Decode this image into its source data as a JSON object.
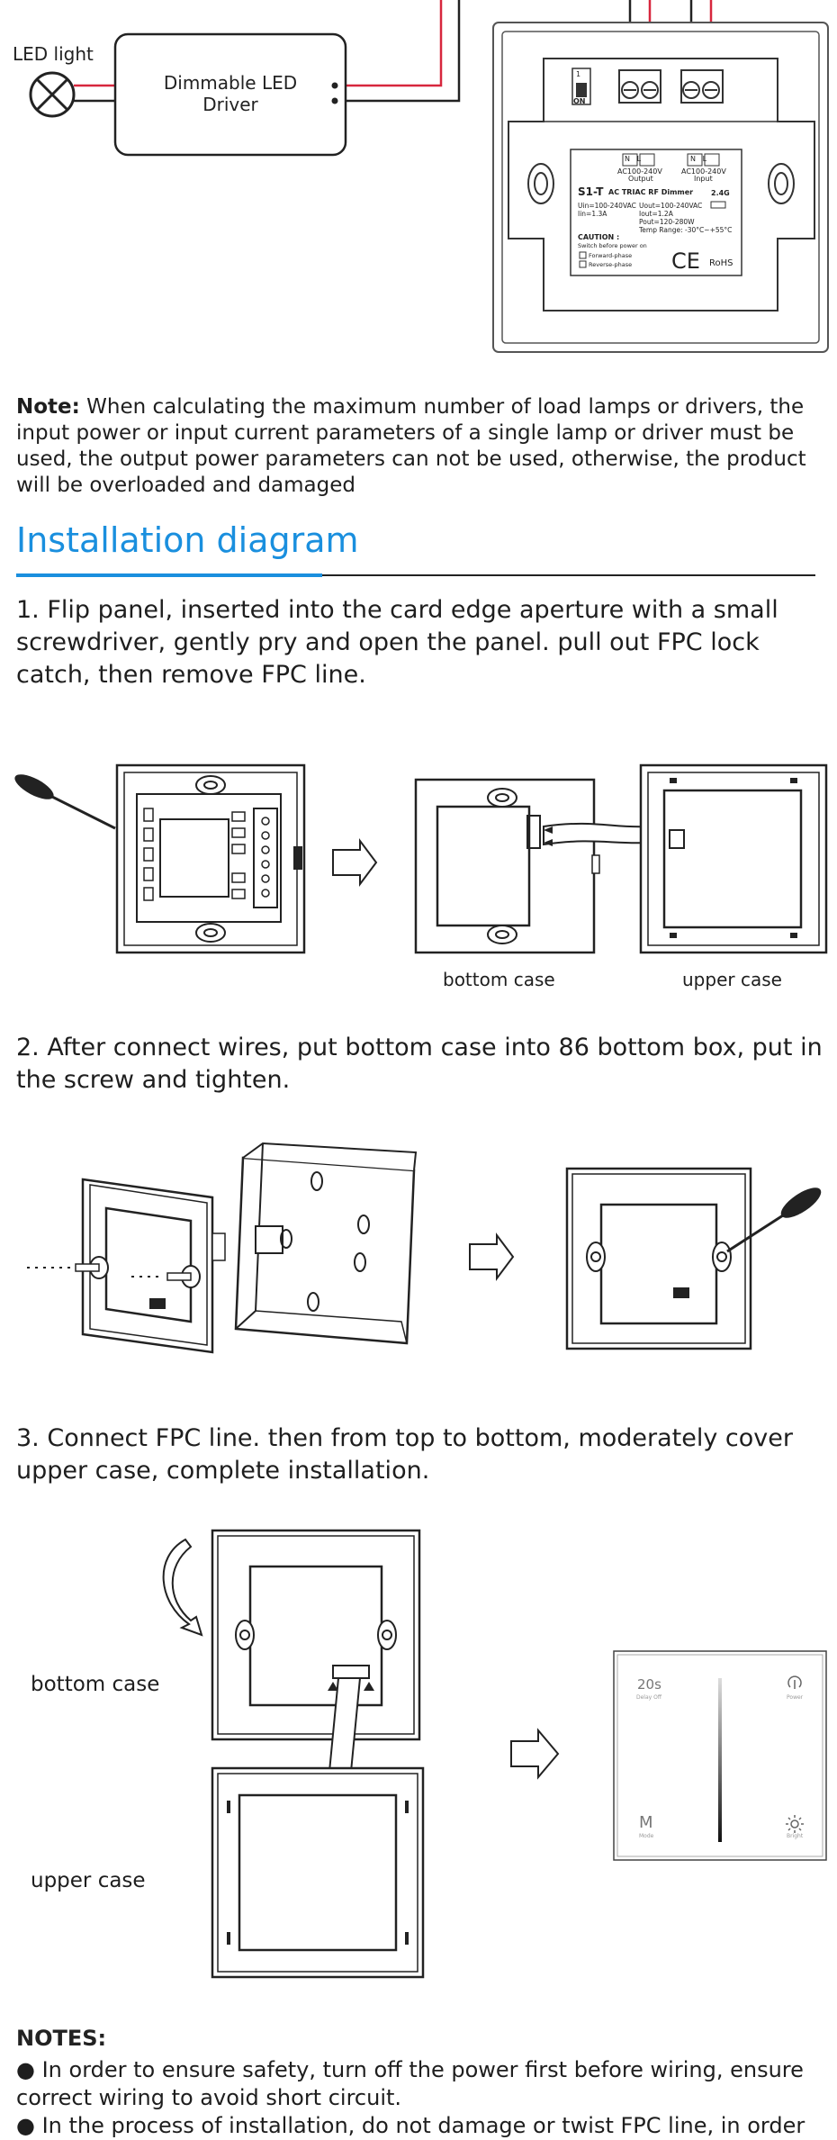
{
  "wiring": {
    "led_label": "LED light",
    "driver_label_1": "Dimmable LED",
    "driver_label_2": "Driver",
    "label_output_nl": "N   L",
    "label_output": "AC100-240V",
    "label_output_2": "Output",
    "label_input_nl": "N   L",
    "label_input": "AC100-240V",
    "label_input_2": "Input",
    "model": "S1-T",
    "model_desc": "AC TRIAC RF Dimmer",
    "freq": "2.4G",
    "spec_1": "Uin=100-240VAC",
    "spec_2": "Iin=1.3A",
    "spec_3": "Uout=100-240VAC",
    "spec_4": "Iout=1.2A",
    "spec_5": "Pout=120-280W",
    "spec_6": "Temp Range: -30°C~+55°C",
    "caution": "CAUTION :",
    "caution_2": "Switch before power on",
    "forward": "Forward-phase",
    "reverse": "Reverse-phase",
    "ce": "CE",
    "rohs": "RoHS",
    "switch_1": "1",
    "switch_on": "ON"
  },
  "note": {
    "label": "Note:",
    "text": " When calculating the maximum number of load lamps or drivers, the input power or input current parameters of a single lamp or driver must be used, the output power parameters can not be used, otherwise, the product will be overloaded and damaged"
  },
  "section": {
    "title": "Installation diagram"
  },
  "steps": [
    {
      "text": "1. Flip panel, inserted into the card edge aperture with a small screwdriver, gently pry and open the panel. pull out FPC lock catch, then remove FPC line."
    },
    {
      "text": "2. After connect wires, put bottom case into 86 bottom box, put in the screw and tighten."
    },
    {
      "text": "3. Connect FPC line. then from top to bottom, moderately cover upper case, complete installation."
    }
  ],
  "captions": {
    "step1_bottom": "bottom case",
    "step1_upper": "upper case",
    "step3_bottom": "bottom case",
    "step3_upper": "upper case"
  },
  "panel_face": {
    "timer": "20s",
    "timer_sub": "Delay Off",
    "power_sub": "Power",
    "mode": "M",
    "mode_sub": "Mode",
    "bright_sub": "Bright"
  },
  "notes": {
    "title": "NOTES:",
    "items": [
      "In order to ensure safety, turn off the power first before wiring, ensure correct wiring to avoid short circuit.",
      "In the process of installation, do not damage or twist FPC line, in order"
    ]
  }
}
